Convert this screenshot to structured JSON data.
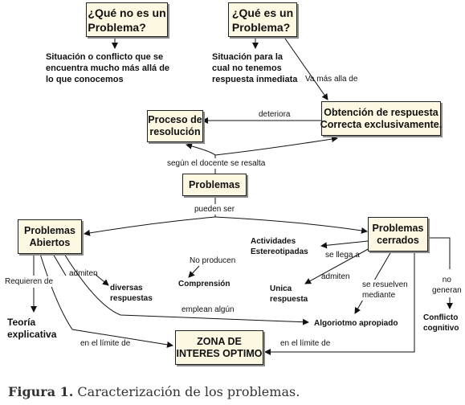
{
  "boxes": {
    "que_no_es": "¿Qué no es un\nProblema?",
    "que_es": "¿Qué es un\nProblema?",
    "obtencion": "Obtención de respuesta\nCorrecta exclusivamente.",
    "proceso": "Proceso de\nresolución",
    "problemas": "Problemas",
    "abiertos": "Problemas\nAbiertos",
    "cerrados": "Problemas\ncerrados",
    "zona": "ZONA DE\nINTERES OPTIMO"
  },
  "nodes": {
    "situacion_conflicto": "Situación o conflicto que se\nencuentra mucho más allá de\nlo que conocemos",
    "situacion_para": "Situación para la\ncual no tenemos\nrespuesta inmediata",
    "teoria": "Teoría\nexplicativa",
    "diversas": "diversas\nrespuestas",
    "comprension": "Comprensión",
    "actividades": "Actividades\nEstereotipadas",
    "unica": "Unica\nrespuesta",
    "algoritmo": "Algoriotmo apropiado",
    "conflicto": "Conflicto\ncognitivo"
  },
  "links": {
    "va_mas_alla": "Va más alla de",
    "deteriora": "deteriora",
    "segun": "según el docente se resalta",
    "pueden_ser": "pueden ser",
    "requieren": "Requieren de",
    "admiten1": "admiten",
    "no_producen": "No producen",
    "se_llega": "se llega a",
    "admiten2": "admiten",
    "se_resuelven": "se resuelven\nmediante",
    "no_generan": "no\ngeneran",
    "emplean": "emplean algún",
    "limite1": "en el límite de",
    "limite2": "en el límite de"
  },
  "caption": {
    "label": "Figura 1.",
    "text": " Caracterización de los problemas."
  }
}
